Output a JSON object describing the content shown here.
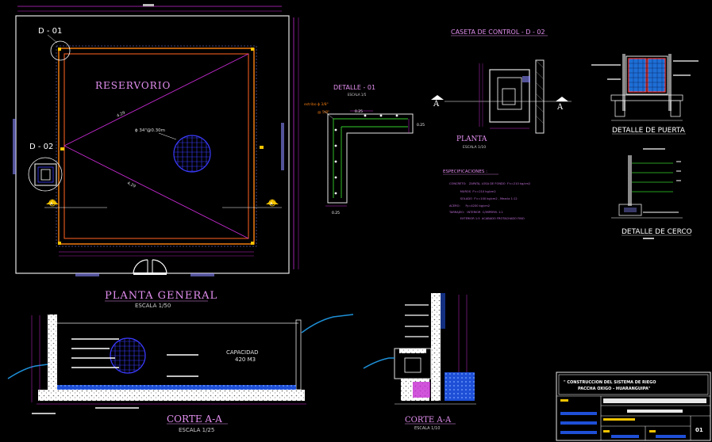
{
  "plan": {
    "title": "PLANTA GENERAL",
    "scale": "ESCALA 1/50",
    "reservoir_label": "RESERVORIO",
    "d01_label": "D - 01",
    "d02_label": "D - 02",
    "section_mark": "A",
    "diag1": "4.29",
    "diag2": "4.29",
    "circle_note": "ϕ 34\"@0.30m"
  },
  "detalle01": {
    "title": "DETALLE - 01",
    "scale": "ESCALA 1/5",
    "note1": "estribo ϕ 3/8\"",
    "note2": "@ 5/8\"",
    "d1": "0.25",
    "d2": "0.25",
    "d3": "0.25"
  },
  "caseta": {
    "title": "CASETA DE CONTROL - D - 02",
    "planta_title": "PLANTA",
    "planta_scale": "ESCALA 1/10",
    "mark": "A"
  },
  "puerta": {
    "title": "DETALLE DE PUERTA"
  },
  "cerco": {
    "title": "DETALLE DE CERCO"
  },
  "specs": {
    "title": "ESPECIFICACIONES :",
    "lines": [
      "CONCRETO:   ZAPATA, LOSA DE FONDO  F'c=210 kg/cm2",
      "            MUROS  F'c=210 kg/cm2",
      "            SOLADO  F'c=100 kg/cm2 , Mezcla 1:12",
      "ACERO:      Fy=4200 kg/cm2",
      "TARRAJEO:   INTERIOR  C/IMPERM. 1:1",
      "            EXTERIOR 1:5  ACABADO FROTACHADO FINO"
    ]
  },
  "corte1": {
    "title": "CORTE A-A",
    "scale": "ESCALA 1/25",
    "capacity_label": "CAPACIDAD",
    "capacity_value": "420 M3"
  },
  "corte2": {
    "title": "CORTE A-A",
    "scale": "ESCALA 1/10"
  },
  "title_block": {
    "project_line1": "\" CONSTRUCCION DEL SISTEMA DE RIEGO",
    "project_line2": "PACCHA OXIGO - HUARANGUIPA\"",
    "sheet": "01"
  }
}
